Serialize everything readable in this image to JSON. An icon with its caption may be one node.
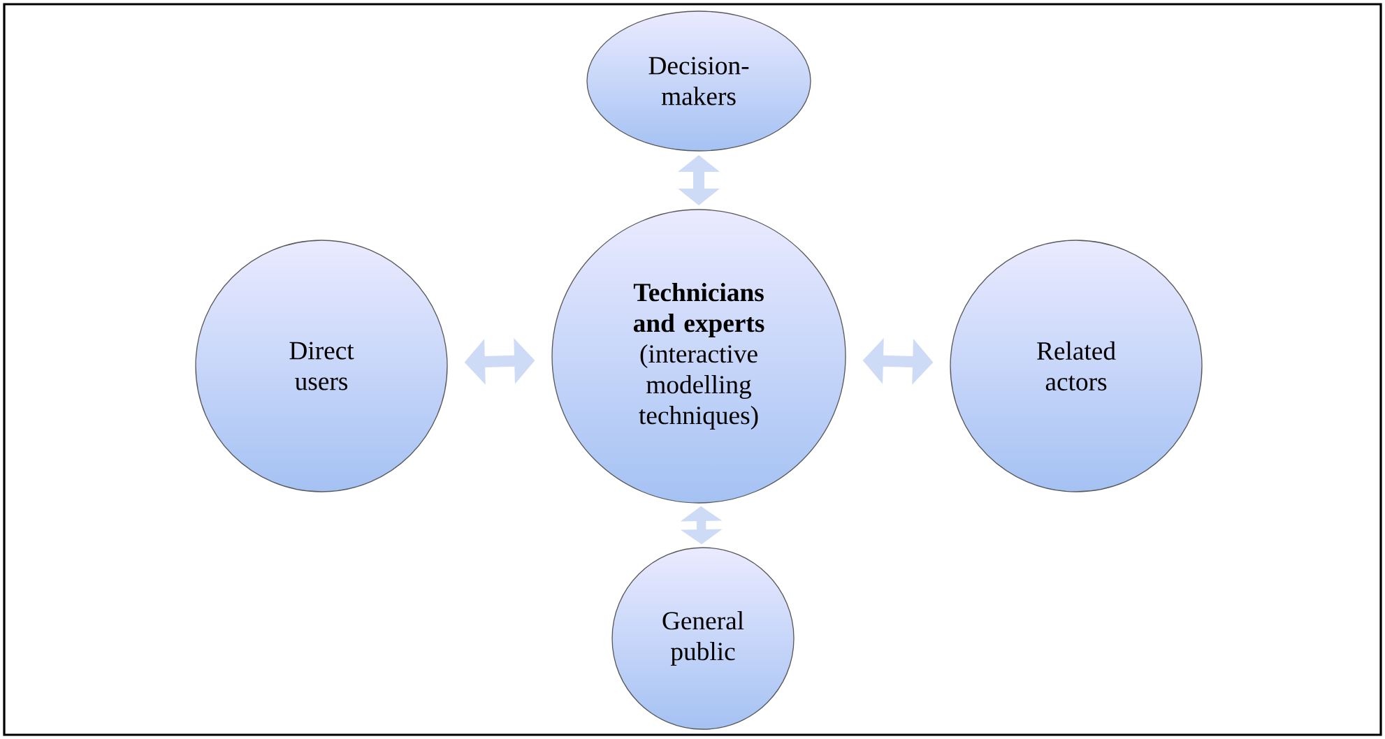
{
  "diagram": {
    "nodes": [
      {
        "text": [
          "Decision-makers"
        ]
      },
      {
        "text": [
          "Direct users"
        ]
      },
      {
        "text": [
          "Technicians and experts",
          "(interactive modelling techniques)"
        ]
      },
      {
        "text": [
          "Related actors"
        ]
      },
      {
        "text": [
          "General public"
        ]
      }
    ],
    "edges": [
      {
        "from": 0,
        "to": 2,
        "arrow": "both"
      },
      {
        "from": 1,
        "to": 2,
        "arrow": "both"
      },
      {
        "from": 2,
        "to": 3,
        "arrow": "both"
      },
      {
        "from": 2,
        "to": 4,
        "arrow": "both"
      }
    ]
  }
}
